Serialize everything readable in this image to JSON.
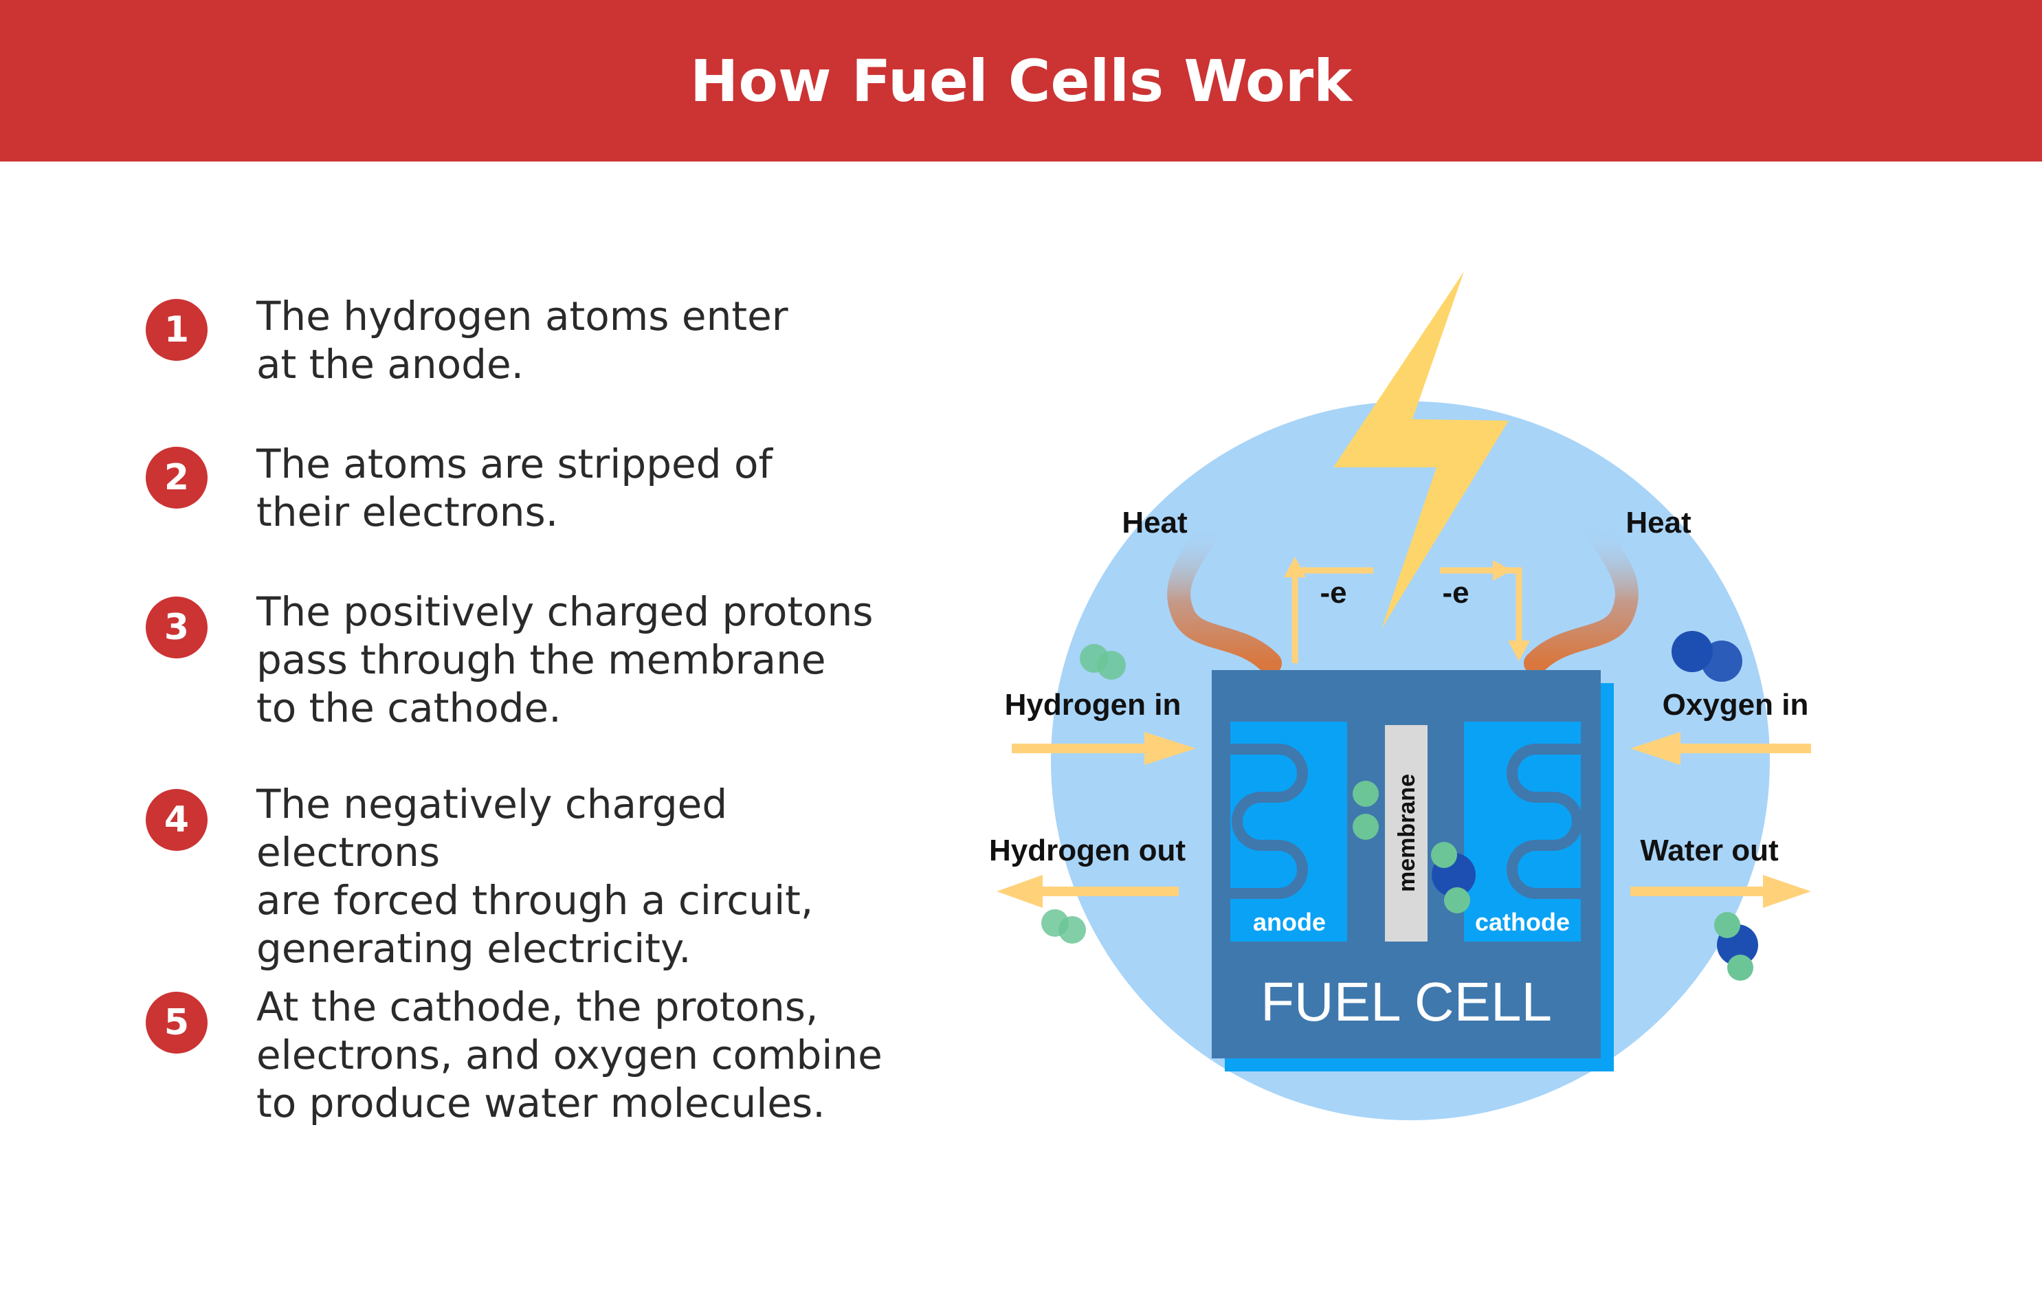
{
  "header": {
    "title": "How Fuel Cells Work"
  },
  "steps": [
    {
      "number": "1",
      "text": "The hydrogen atoms enter\nat the anode."
    },
    {
      "number": "2",
      "text": "The atoms are stripped of\ntheir electrons."
    },
    {
      "number": "3",
      "text": "The positively charged protons\npass through the membrane\nto the cathode."
    },
    {
      "number": "4",
      "text": "The negatively charged electrons\nare forced through a circuit,\ngenerating electricity."
    },
    {
      "number": "5",
      "text": "At the cathode, the protons,\nelectrons, and oxygen combine\nto produce water molecules."
    }
  ],
  "diagram": {
    "heat_left": "Heat",
    "heat_right": "Heat",
    "electron_left": "-e",
    "electron_right": "-e",
    "hydrogen_in": "Hydrogen in",
    "hydrogen_out": "Hydrogen out",
    "oxygen_in": "Oxygen in",
    "water_out": "Water out",
    "anode": "anode",
    "cathode": "cathode",
    "membrane": "membrane",
    "cell_label": "FUEL CELL"
  },
  "colors": {
    "header": "#cc3333",
    "circle": "#a8d4f8",
    "cell_dark": "#3f78ad",
    "cell_bright": "#0aa2f5",
    "arrow": "#ffd27a",
    "bolt": "#fed56a",
    "hydrogen": "#6cc596",
    "oxygen": "#1d4fb3"
  }
}
